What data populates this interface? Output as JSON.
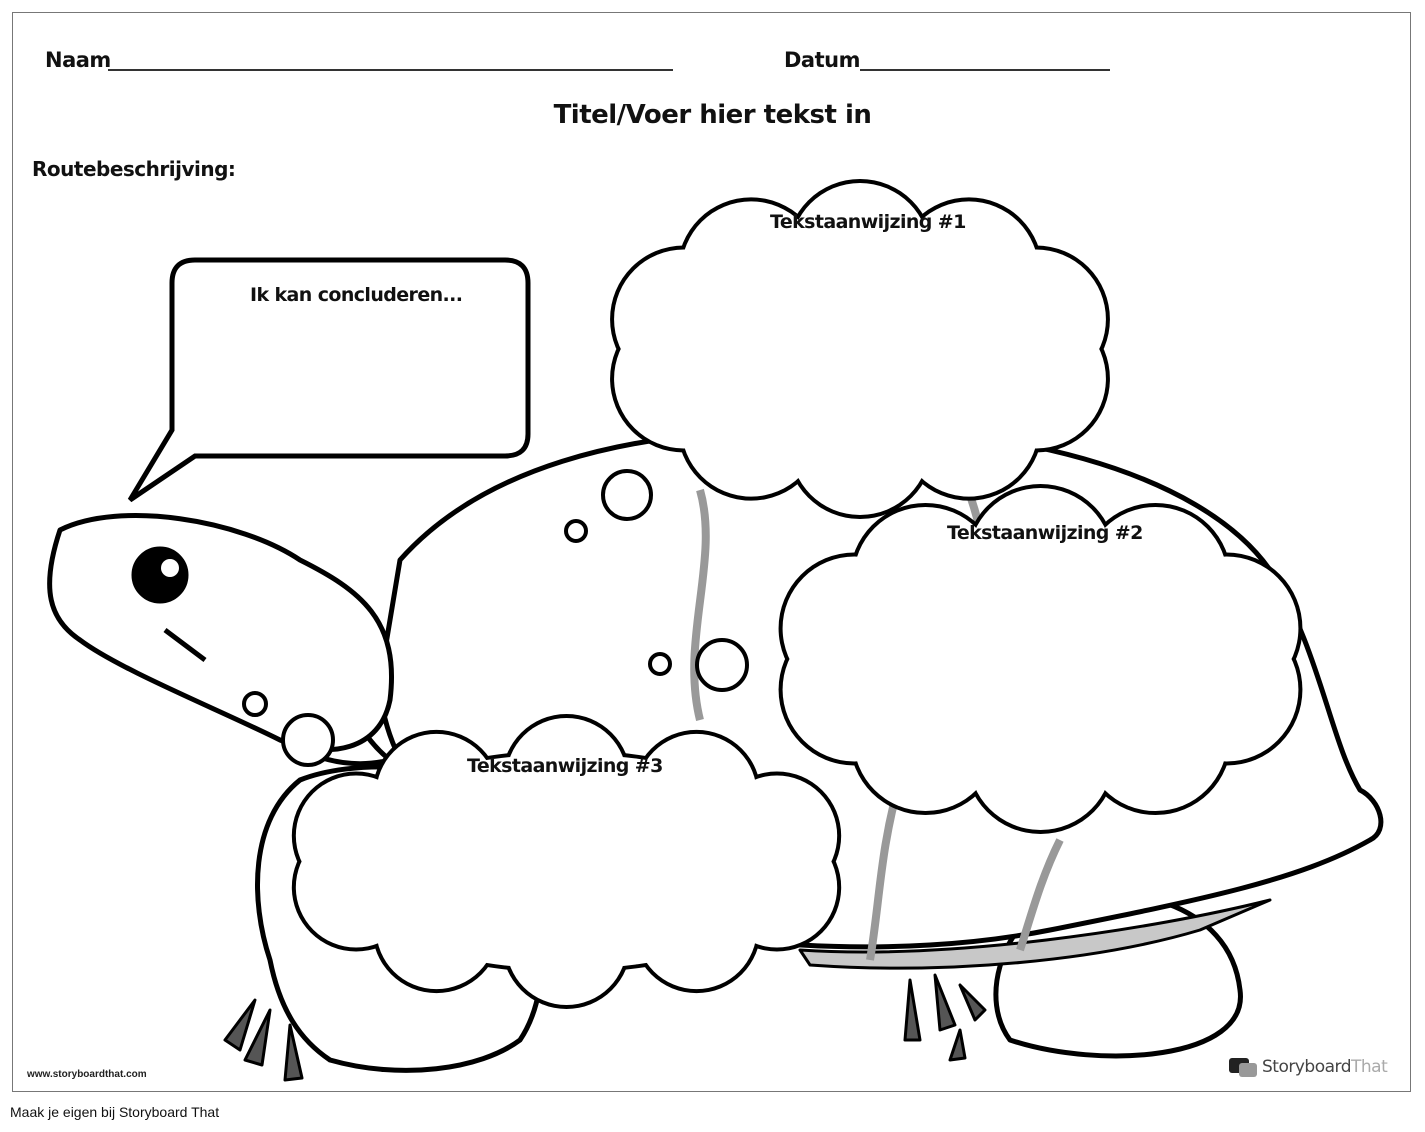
{
  "header": {
    "name_label": "Naam",
    "date_label": "Datum",
    "title": "Titel/Voer hier tekst in",
    "directions_label": "Routebeschrijving:"
  },
  "speech_bubble": {
    "text": "Ik kan concluderen..."
  },
  "clouds": [
    {
      "text": "Tekstaanwijzing #1"
    },
    {
      "text": "Tekstaanwijzing #2"
    },
    {
      "text": "Tekstaanwijzing #3"
    }
  ],
  "footer": {
    "website": "www.storyboardthat.com",
    "logo_main": "Storyboard",
    "logo_accent": "That",
    "caption": "Maak je eigen bij Storyboard That"
  },
  "colors": {
    "shell_shade": "#c8c8c8",
    "claw": "#555555",
    "outline": "#000000"
  }
}
